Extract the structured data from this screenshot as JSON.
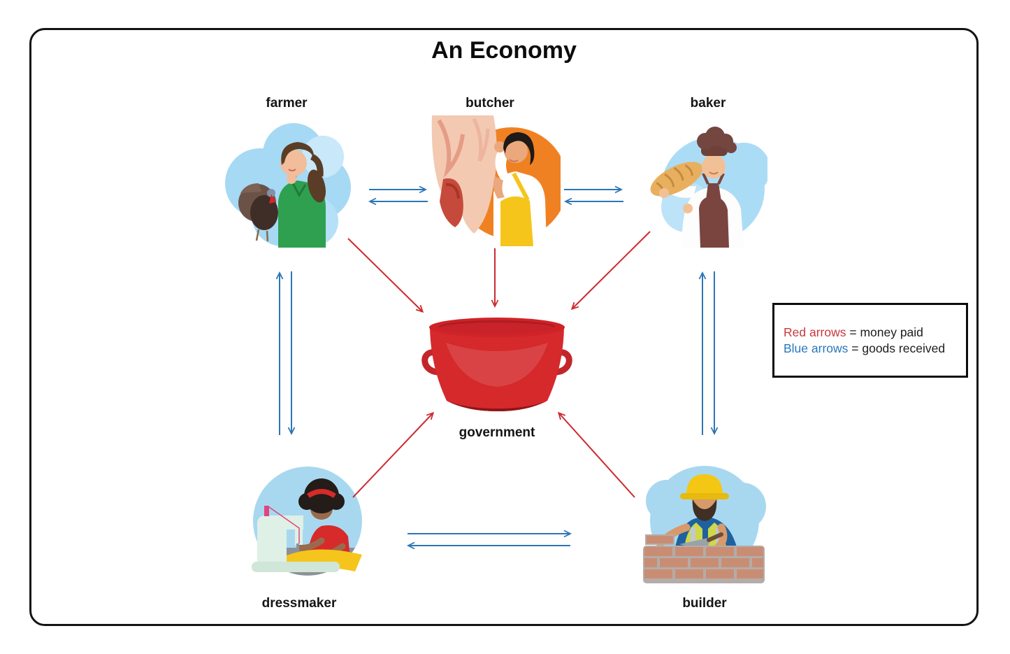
{
  "title": "An Economy",
  "nodes": {
    "farmer": {
      "label": "farmer"
    },
    "butcher": {
      "label": "butcher"
    },
    "baker": {
      "label": "baker"
    },
    "government": {
      "label": "government"
    },
    "dressmaker": {
      "label": "dressmaker"
    },
    "builder": {
      "label": "builder"
    }
  },
  "legend": {
    "red_term": "Red arrows",
    "red_rest": "= money paid",
    "blue_term": "Blue arrows",
    "blue_rest": "= goods received"
  },
  "colors": {
    "red_arrow": "#cc2a2f",
    "blue_arrow": "#2e75b6",
    "legend_red_text": "#c8393f",
    "legend_blue_text": "#2878bc",
    "frame_border": "#141414",
    "pot_red": "#d5292c"
  },
  "connections": {
    "red_meaning": "money paid",
    "blue_meaning": "goods received",
    "red": [
      {
        "from": "farmer",
        "to": "government"
      },
      {
        "from": "butcher",
        "to": "government"
      },
      {
        "from": "baker",
        "to": "government"
      },
      {
        "from": "dressmaker",
        "to": "government"
      },
      {
        "from": "builder",
        "to": "government"
      }
    ],
    "blue": [
      {
        "from": "farmer",
        "to": "butcher",
        "bidirectional": true
      },
      {
        "from": "butcher",
        "to": "baker",
        "bidirectional": true
      },
      {
        "from": "farmer",
        "to": "dressmaker",
        "bidirectional": true
      },
      {
        "from": "baker",
        "to": "builder",
        "bidirectional": true
      },
      {
        "from": "dressmaker",
        "to": "builder",
        "bidirectional": true
      }
    ]
  }
}
